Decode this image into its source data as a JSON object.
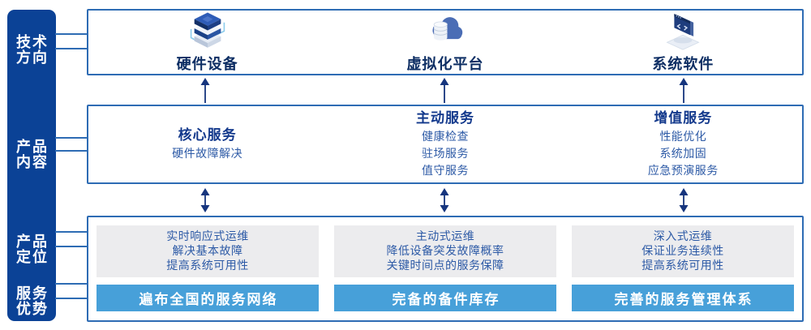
{
  "colors": {
    "sidebar_bg": "#0b4296",
    "box_border": "#2e6cb4",
    "connector": "#2e6cb4",
    "tech_label": "#0c2d63",
    "heading": "#13398c",
    "body_text": "#2d5aa6",
    "arrow": "#16357e",
    "panel_bg": "#ececee",
    "bar_bg": "#47a0d9",
    "bar_text": "#ffffff",
    "sidebar_text": "#ffffff"
  },
  "sidebar": {
    "items": [
      {
        "lines": [
          "技术",
          "方向"
        ]
      },
      {
        "lines": [
          "产品",
          "内容"
        ]
      },
      {
        "lines": [
          "产品",
          "定位"
        ]
      },
      {
        "lines": [
          "服务",
          "优势"
        ]
      }
    ]
  },
  "tech_row": {
    "columns": [
      {
        "icon": "server-stack-icon",
        "label": "硬件设备"
      },
      {
        "icon": "cloud-database-icon",
        "label": "虚拟化平台"
      },
      {
        "icon": "software-window-icon",
        "label": "系统软件"
      }
    ]
  },
  "services_row": {
    "columns": [
      {
        "heading": "核心服务",
        "items": [
          "硬件故障解决"
        ]
      },
      {
        "heading": "主动服务",
        "items": [
          "健康检查",
          "驻场服务",
          "值守服务"
        ]
      },
      {
        "heading": "增值服务",
        "items": [
          "性能优化",
          "系统加固",
          "应急预演服务"
        ]
      }
    ]
  },
  "positioning_row": {
    "columns": [
      {
        "panel_lines": [
          "实时响应式运维",
          "解决基本故障",
          "提高系统可用性"
        ],
        "bar_label": "遍布全国的服务网络"
      },
      {
        "panel_lines": [
          "主动式运维",
          "降低设备突发故障概率",
          "关键时间点的服务保障"
        ],
        "bar_label": "完备的备件库存"
      },
      {
        "panel_lines": [
          "深入式运维",
          "保证业务连续性",
          "提高系统可用性"
        ],
        "bar_label": "完善的服务管理体系"
      }
    ]
  }
}
